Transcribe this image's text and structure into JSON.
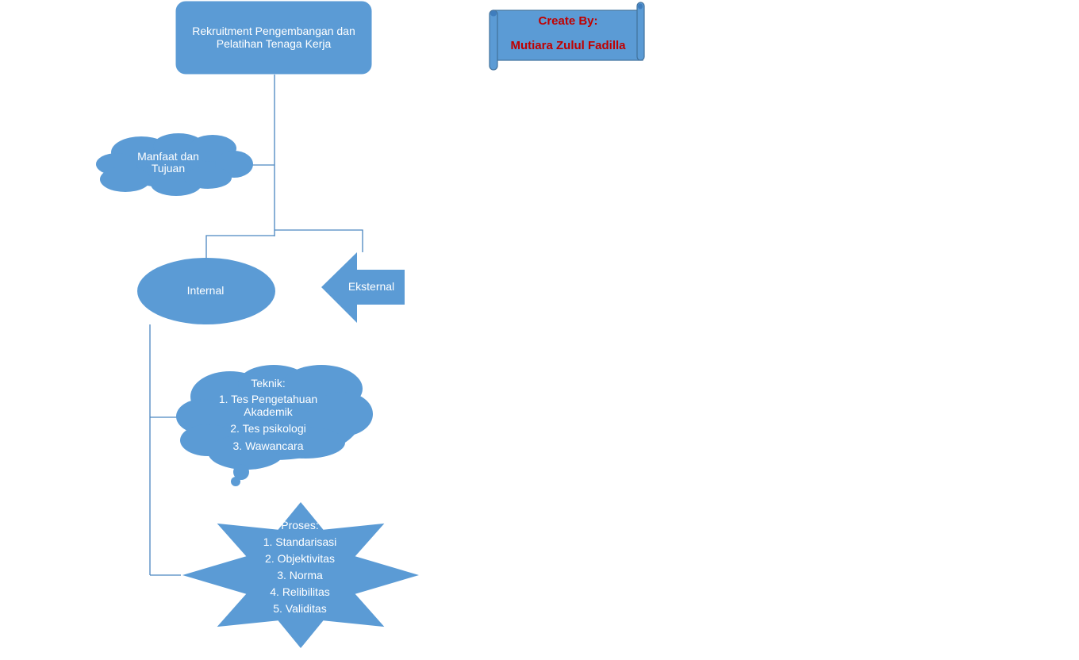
{
  "colors": {
    "shape_fill": "#5b9bd5",
    "shape_stroke": "#41719c",
    "connector": "#4a86c0",
    "banner_text": "#c00000",
    "shape_text": "#ffffff"
  },
  "diagram": {
    "main_box": {
      "lines": [
        "Rekruitment Pengembangan dan",
        "Pelatihan Tenaga Kerja"
      ]
    },
    "manfaat_cloud": {
      "lines": [
        "Manfaat  dan",
        "Tujuan"
      ]
    },
    "internal_ellipse": {
      "label": "Internal"
    },
    "eksternal_arrow": {
      "label": "Eksternal"
    },
    "teknik_callout": {
      "lines": [
        "Teknik:",
        "1. Tes Pengetahuan",
        "Akademik",
        "2. Tes psikologi",
        "3. Wawancara"
      ]
    },
    "proses_star": {
      "lines": [
        "Proses:",
        "1. Standarisasi",
        "2. Objektivitas",
        "3. Norma",
        "4. Relibilitas",
        "5. Validitas"
      ]
    }
  },
  "banner": {
    "line1": "Create By:",
    "line2": "Mutiara Zulul Fadilla"
  }
}
